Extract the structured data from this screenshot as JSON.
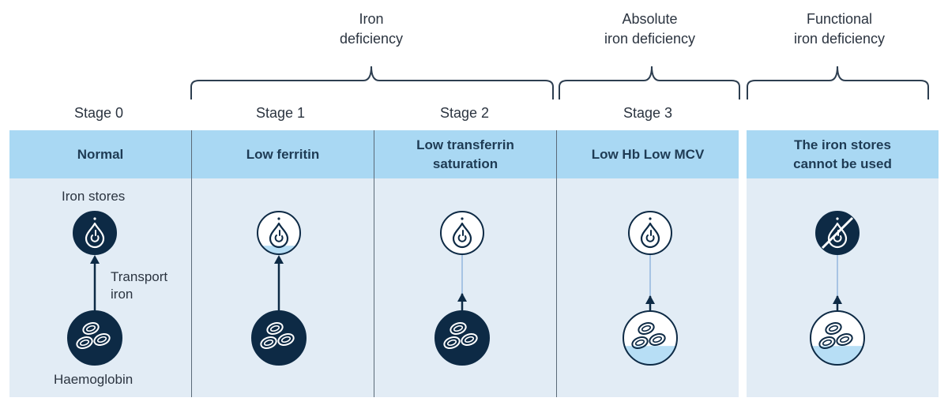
{
  "groups": {
    "iron_deficiency": [
      "Iron",
      "deficiency"
    ],
    "absolute": [
      "Absolute",
      "iron deficiency"
    ],
    "functional": [
      "Functional",
      "iron deficiency"
    ]
  },
  "stages": {
    "s0": "Stage 0",
    "s1": "Stage 1",
    "s2": "Stage 2",
    "s3": "Stage 3"
  },
  "columns": [
    {
      "title": [
        "Normal"
      ],
      "stores_fill": 1.0,
      "haemoglobin_fill": 1.0
    },
    {
      "title": [
        "Low ferritin"
      ],
      "stores_fill": 0.2,
      "haemoglobin_fill": 1.0
    },
    {
      "title": [
        "Low transferrin",
        "saturation"
      ],
      "stores_fill": 0.0,
      "haemoglobin_fill": 1.0
    },
    {
      "title": [
        "Low Hb Low MCV"
      ],
      "stores_fill": 0.0,
      "haemoglobin_fill": 0.35
    },
    {
      "title": [
        "The iron stores",
        "cannot be used"
      ],
      "stores_fill": 1.0,
      "haemoglobin_fill": 0.35
    }
  ],
  "labels": {
    "iron_stores": "Iron stores",
    "transport": [
      "Transport",
      "iron"
    ],
    "haemoglobin": "Haemoglobin"
  },
  "colors": {
    "header_bg": "#a9d8f3",
    "body_bg": "#e2ecf5",
    "dark_navy": "#0d2a45",
    "light_fill": "#b7def5",
    "connector_light": "#a7c4e4"
  }
}
